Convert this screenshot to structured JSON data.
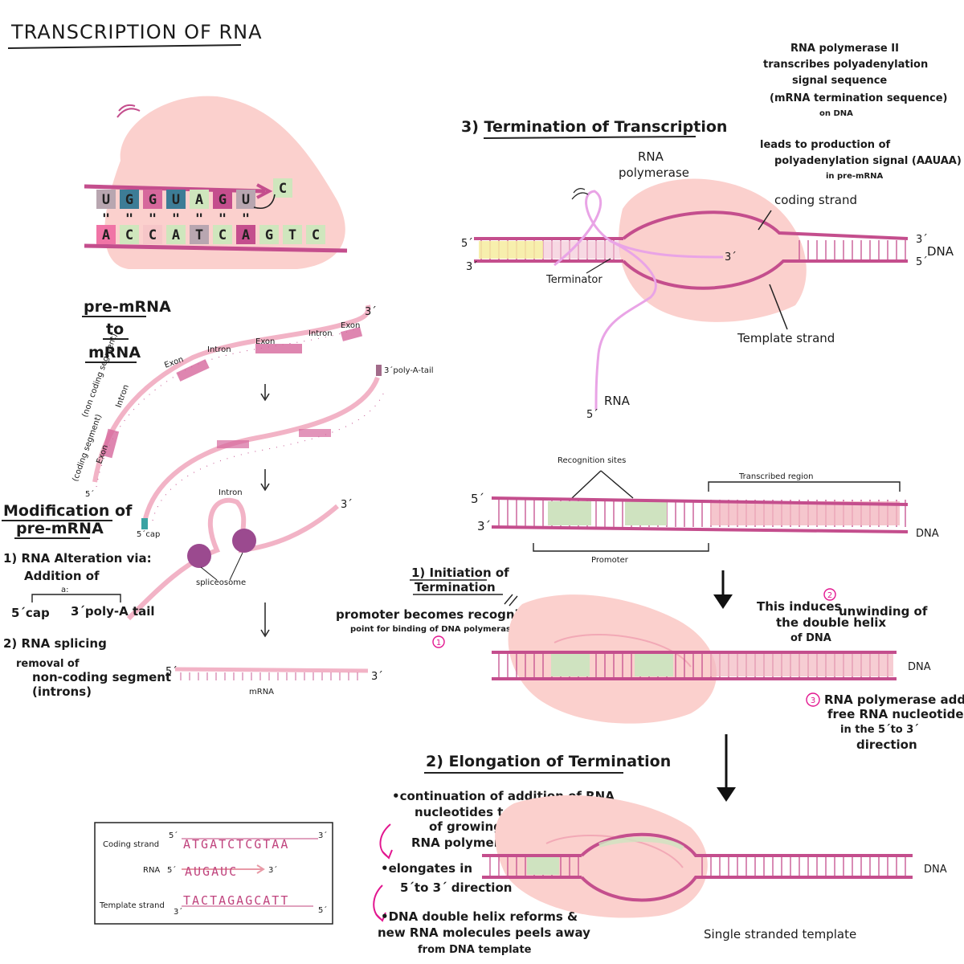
{
  "title": "TRANSCRIPTION OF RNA",
  "top_cartoon": {
    "rna_bases": [
      "U",
      "G",
      "G",
      "U",
      "A",
      "G",
      "U"
    ],
    "dna_bases": [
      "A",
      "C",
      "C",
      "A",
      "T",
      "C",
      "A",
      "G",
      "T",
      "C"
    ],
    "incoming_base": "C"
  },
  "premrna": {
    "heading_1": "pre-mRNA",
    "heading_2": "to",
    "heading_3": "mRNA",
    "labels": {
      "exon_a": "Exon",
      "intron_a": "Intron",
      "exon_b": "Exon",
      "intron_b": "Intron",
      "exon_c": "Exon",
      "non_coding": "(non coding segment)",
      "intron_side": "Intron",
      "coding": "(coding segment)",
      "exon_side": "Exon",
      "five_prime": "5´",
      "three_prime": "3´",
      "poly_a_tail": "3´poly-A-tail",
      "five_cap": "5´cap",
      "intron_loop": "Intron",
      "spliceosome": "spliceosome",
      "mrna_5": "5´",
      "mrna_3": "3´",
      "mrna": "mRNA",
      "three_prime_b": "3´"
    }
  },
  "modification": {
    "heading_1": "Modification of",
    "heading_2": "pre-mRNA",
    "point_1": "1) RNA Alteration via:",
    "addition": "Addition of",
    "a": "a:",
    "cap": "5´cap",
    "poly_tail": "3´poly-A tail",
    "point_2": "2) RNA splicing",
    "removal_1": "removal of",
    "removal_2": "non-coding segment",
    "removal_3": "(introns)"
  },
  "box": {
    "coding_label": "Coding strand",
    "coding_seq": "ATGATCTCGTAA",
    "rna_label": "RNA",
    "rna_seq": "AUGAUC",
    "template_label": "Template strand",
    "template_seq": "TACTAGAGCATT",
    "p5": "5´",
    "p3": "3´"
  },
  "termination": {
    "heading": "3) Termination of Transcription",
    "note_1": "RNA polymerase II",
    "note_2": "transcribes polyadenylation",
    "note_3": "signal sequence",
    "note_4": "(mRNA termination sequence)",
    "note_5": "on DNA",
    "note_6": "leads to production of",
    "note_7": "polyadenylation signal (AAUAA)",
    "note_8": "in pre-mRNA",
    "rna_polymerase_1": "RNA",
    "rna_polymerase_2": "polymerase",
    "coding_strand": "coding strand",
    "terminator": "Terminator",
    "template_strand": "Template strand",
    "rna": "RNA",
    "dna": "DNA",
    "p5": "5´",
    "p3": "3´"
  },
  "initiation": {
    "recognition_sites": "Recognition sites",
    "transcribed_region": "Transcribed region",
    "promoter": "Promoter",
    "dna": "DNA",
    "p5": "5´",
    "p3": "3´",
    "heading_1": "1) Initiation of",
    "heading_2": "Termination",
    "promoter_note_1": "promoter becomes recognition",
    "promoter_note_2": "point for binding of DNA polymerase II",
    "num_1": "1",
    "num_2": "2",
    "num_3": "3",
    "unwinding_1": "This induces",
    "unwinding_1b": "unwinding of",
    "unwinding_2": "the double helix",
    "unwinding_3": "of DNA",
    "adds_1": "RNA polymerase adds",
    "adds_2": "free RNA nucleotides",
    "adds_3": "in the 5´to 3´",
    "adds_4": "direction"
  },
  "elongation": {
    "heading": "2) Elongation of Termination",
    "b1_1": "•continuation of addition of RNA",
    "b1_2": "nucleotides to 3´end",
    "b1_3": "of growing",
    "b1_4": "RNA polymer",
    "b2_1": "•elongates in",
    "b2_2": "5´to 3´ direction",
    "b3_1": "•DNA double helix reforms &",
    "b3_2": "new RNA molecules peels away",
    "b3_3": "from DNA template",
    "dna": "DNA",
    "single_stranded": "Single stranded template"
  },
  "colors": {
    "strand": "#c44e8d",
    "light_strand": "#f2b3c6",
    "blob": "#fbd0cd",
    "exon": "#d6689c",
    "promoter": "#cfe3c0",
    "terminator": "#f6ec9f",
    "rna": "#e9a4e6",
    "accent": "#e2168f"
  }
}
